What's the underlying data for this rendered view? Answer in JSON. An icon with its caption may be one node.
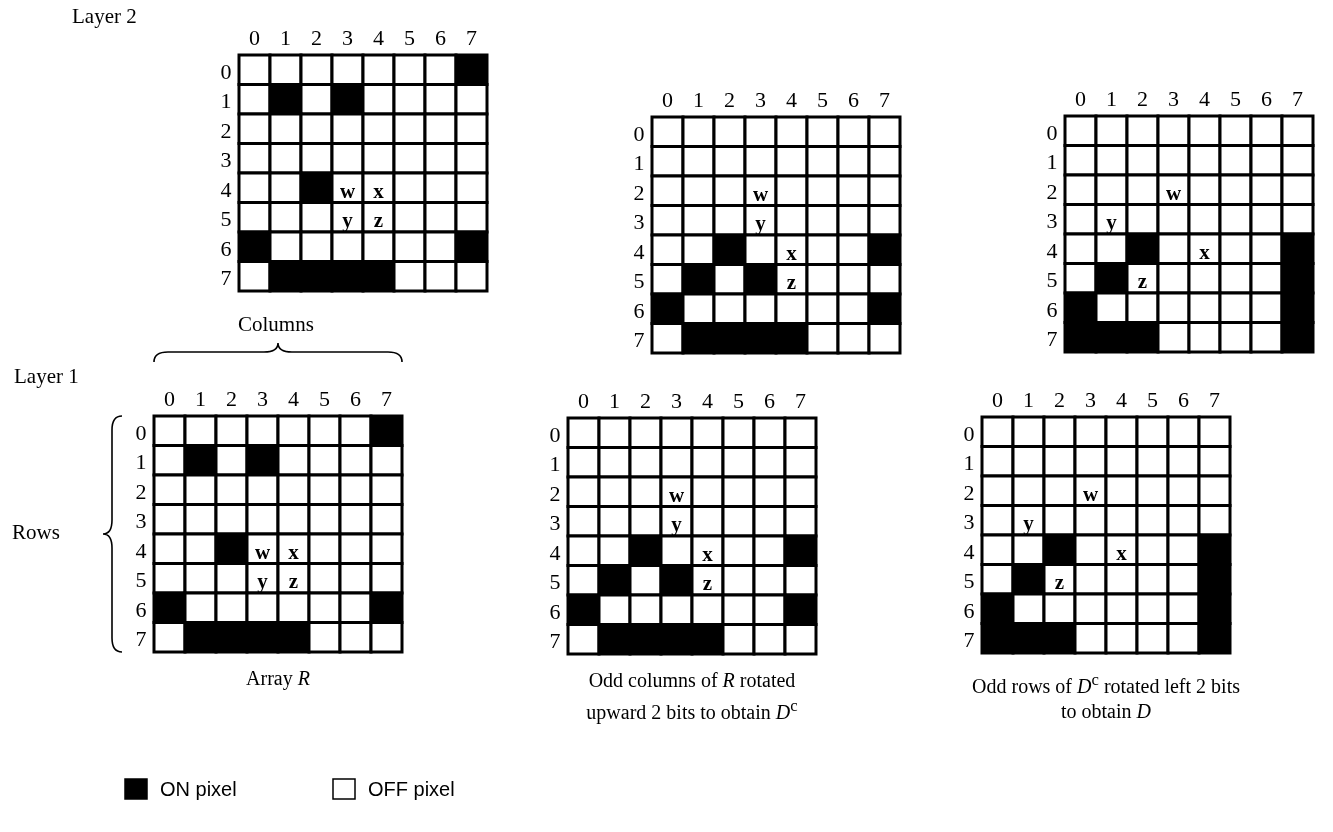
{
  "diagram": {
    "nodes": [
      {
        "text": [
          "0",
          "1",
          "2",
          "3",
          "4",
          "5",
          "6",
          "7",
          "0",
          "1",
          "2",
          "3",
          "4",
          "5",
          "6",
          "7",
          "w",
          "x",
          "y",
          "z"
        ]
      },
      {
        "text": [
          "0",
          "1",
          "2",
          "3",
          "4",
          "5",
          "6",
          "7",
          "0",
          "1",
          "2",
          "3",
          "4",
          "5",
          "6",
          "7",
          "w",
          "y",
          "x",
          "z"
        ]
      },
      {
        "text": [
          "0",
          "1",
          "2",
          "3",
          "4",
          "5",
          "6",
          "7",
          "0",
          "1",
          "2",
          "3",
          "4",
          "5",
          "6",
          "7",
          "w",
          "y",
          "x",
          "z"
        ]
      },
      {
        "text": [
          "0",
          "1",
          "2",
          "3",
          "4",
          "5",
          "6",
          "7",
          "0",
          "1",
          "2",
          "3",
          "4",
          "5",
          "6",
          "7",
          "w",
          "x",
          "y",
          "z"
        ],
        "beside": [
          "Array *R*"
        ]
      },
      {
        "text": [
          "0",
          "1",
          "2",
          "3",
          "4",
          "5",
          "6",
          "7",
          "0",
          "1",
          "2",
          "3",
          "4",
          "5",
          "6",
          "7",
          "w",
          "y",
          "x",
          "z"
        ],
        "beside": [
          "Odd columns of *R* rotated upward 2 bits to obtain *D*$^{c}$"
        ]
      },
      {
        "text": [
          "0",
          "1",
          "2",
          "3",
          "4",
          "5",
          "6",
          "7",
          "0",
          "1",
          "2",
          "3",
          "4",
          "5",
          "6",
          "7",
          "w",
          "y",
          "x",
          "z"
        ],
        "beside": [
          "Odd rows of *D*$^{c}$ rotated left 2 bits to obtain *D*"
        ]
      }
    ],
    "labels": [
      "Layer 2",
      "Columns",
      "Layer 1",
      "Rows"
    ],
    "legend": [
      {
        "text": "ON pixel",
        "color": "#000000"
      },
      {
        "text": "OFF pixel",
        "color": "#ffffff"
      }
    ]
  }
}
